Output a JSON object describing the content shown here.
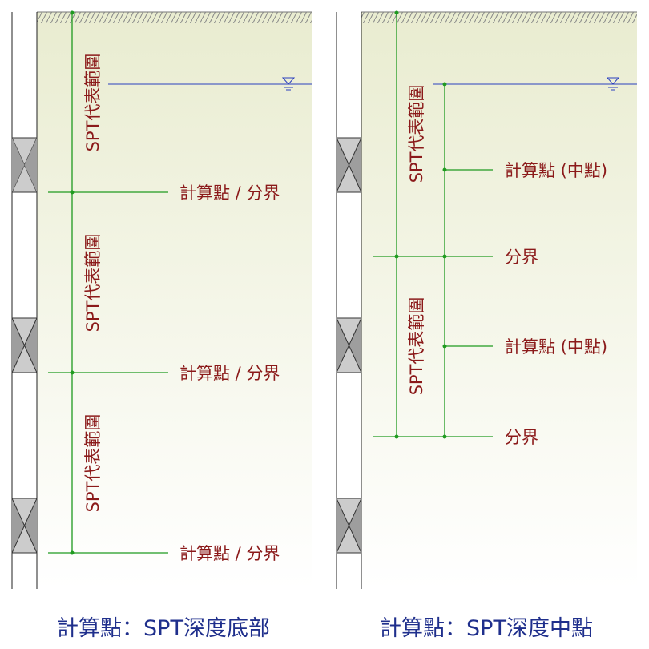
{
  "colors": {
    "soil_top": "#e9ecd0",
    "soil_bottom": "#ffffff",
    "green_line": "#1f9a1f",
    "label_text": "#8b1a1a",
    "water_line": "#2a3fbf",
    "caption_text": "#1f2f8c",
    "spt_box": "#cccccc"
  },
  "left_panel": {
    "range_label": "SPT代表範圍",
    "boundary_label": "計算點 / 分界",
    "caption": "計算點：SPT深度底部"
  },
  "right_panel": {
    "range_label": "SPT代表範圍",
    "mid_label": "計算點 (中點)",
    "boundary_label": "分界",
    "caption": "計算點：SPT深度中點"
  },
  "icons": {
    "water_table": "water-table-icon",
    "spt_sample": "spt-sample-icon"
  }
}
